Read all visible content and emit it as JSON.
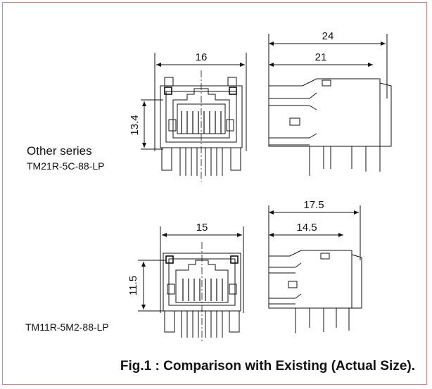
{
  "figure": {
    "caption": "Fig.1 : Comparison with Existing (Actual Size).",
    "accent_color": "#e0807c"
  },
  "top_connector": {
    "series_label": "Other series",
    "model": "TM21R-5C-88-LP",
    "front_width": "16",
    "front_height": "13.4",
    "side_total": "24",
    "side_body": "21"
  },
  "bottom_connector": {
    "model": "TM11R-5M2-88-LP",
    "front_width": "15",
    "front_height": "11.5",
    "side_total": "17.5",
    "side_body": "14.5"
  }
}
